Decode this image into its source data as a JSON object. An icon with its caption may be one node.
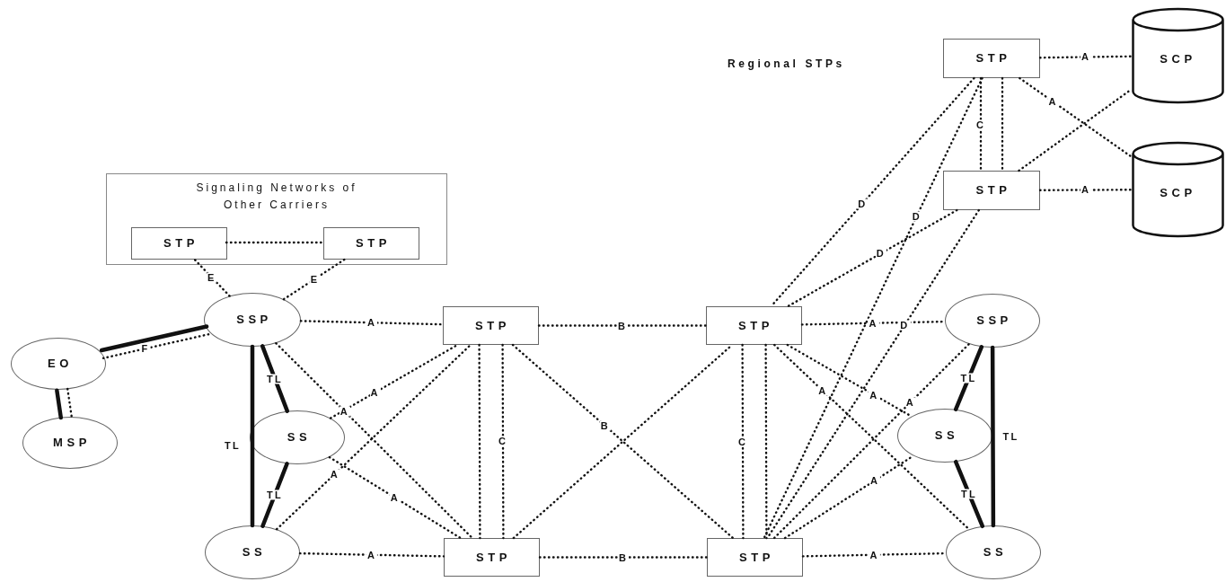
{
  "diagram": {
    "nodes": [
      {
        "text": [
          "Signaling Networks of Other Carriers"
        ]
      },
      {
        "text": [
          "STP"
        ],
        "in": 0
      },
      {
        "text": [
          "STP"
        ],
        "in": 0
      },
      {
        "text": [
          "EO"
        ]
      },
      {
        "text": [
          "MSP"
        ]
      },
      {
        "text": [
          "SSP"
        ]
      },
      {
        "text": [
          "SS"
        ]
      },
      {
        "text": [
          "SS"
        ]
      },
      {
        "text": [
          "STP"
        ]
      },
      {
        "text": [
          "STP"
        ]
      },
      {
        "text": [
          "STP"
        ]
      },
      {
        "text": [
          "STP"
        ]
      },
      {
        "text": [
          "SSP"
        ]
      },
      {
        "text": [
          "SS"
        ]
      },
      {
        "text": [
          "SS"
        ]
      },
      {
        "text": [
          "STP"
        ]
      },
      {
        "text": [
          "STP"
        ]
      },
      {
        "text": [
          "SCP"
        ]
      },
      {
        "text": [
          "SCP"
        ]
      }
    ],
    "edges": [
      {
        "from": 1,
        "to": 2,
        "arrow": "none",
        "style": "dashed"
      },
      {
        "from": 5,
        "to": 1,
        "arrow": "none",
        "label": "E",
        "style": "dashed"
      },
      {
        "from": 5,
        "to": 2,
        "arrow": "none",
        "label": "E",
        "style": "dashed"
      },
      {
        "from": 5,
        "to": 3,
        "arrow": "none",
        "label": "F",
        "style": "dashed"
      },
      {
        "from": 5,
        "to": 3,
        "arrow": "none",
        "style": "thick"
      },
      {
        "from": 3,
        "to": 4,
        "arrow": "none",
        "style": "dashed"
      },
      {
        "from": 3,
        "to": 4,
        "arrow": "none",
        "style": "thick"
      },
      {
        "from": 5,
        "to": 6,
        "arrow": "none",
        "label": "TL",
        "style": "thick"
      },
      {
        "from": 5,
        "to": 7,
        "arrow": "none",
        "label": "TL",
        "style": "thick"
      },
      {
        "from": 6,
        "to": 7,
        "arrow": "none",
        "label": "TL",
        "style": "thick"
      },
      {
        "from": 5,
        "to": 8,
        "arrow": "none",
        "label": "A",
        "style": "dashed"
      },
      {
        "from": 5,
        "to": 9,
        "arrow": "none",
        "label": "A",
        "style": "dashed"
      },
      {
        "from": 6,
        "to": 8,
        "arrow": "none",
        "label": "A",
        "style": "dashed"
      },
      {
        "from": 6,
        "to": 9,
        "arrow": "none",
        "label": "A",
        "style": "dashed"
      },
      {
        "from": 7,
        "to": 8,
        "arrow": "none",
        "label": "A",
        "style": "dashed"
      },
      {
        "from": 7,
        "to": 9,
        "arrow": "none",
        "label": "A",
        "style": "dashed"
      },
      {
        "from": 8,
        "to": 9,
        "arrow": "none",
        "style": "dashed"
      },
      {
        "from": 8,
        "to": 9,
        "arrow": "none",
        "label": "C",
        "style": "dashed"
      },
      {
        "from": 8,
        "to": 10,
        "arrow": "none",
        "label": "B",
        "style": "dashed"
      },
      {
        "from": 8,
        "to": 11,
        "arrow": "none",
        "label": "B",
        "style": "dashed"
      },
      {
        "from": 9,
        "to": 10,
        "arrow": "none",
        "style": "dashed"
      },
      {
        "from": 9,
        "to": 11,
        "arrow": "none",
        "label": "B",
        "style": "dashed"
      },
      {
        "from": 10,
        "to": 11,
        "arrow": "none",
        "label": "C",
        "style": "dashed"
      },
      {
        "from": 10,
        "to": 11,
        "arrow": "none",
        "style": "dashed"
      },
      {
        "from": 10,
        "to": 12,
        "arrow": "none",
        "label": "A",
        "style": "dashed"
      },
      {
        "from": 10,
        "to": 13,
        "arrow": "none",
        "label": "A",
        "style": "dashed"
      },
      {
        "from": 10,
        "to": 14,
        "arrow": "none",
        "label": "A",
        "style": "dashed"
      },
      {
        "from": 11,
        "to": 12,
        "arrow": "none",
        "label": "A",
        "style": "dashed"
      },
      {
        "from": 11,
        "to": 13,
        "arrow": "none",
        "label": "A",
        "style": "dashed"
      },
      {
        "from": 11,
        "to": 14,
        "arrow": "none",
        "label": "A",
        "style": "dashed"
      },
      {
        "from": 12,
        "to": 13,
        "arrow": "none",
        "label": "TL",
        "style": "thick"
      },
      {
        "from": 12,
        "to": 14,
        "arrow": "none",
        "label": "TL",
        "style": "thick"
      },
      {
        "from": 13,
        "to": 14,
        "arrow": "none",
        "label": "TL",
        "style": "thick"
      },
      {
        "from": 15,
        "to": 10,
        "arrow": "none",
        "label": "D",
        "style": "dashed"
      },
      {
        "from": 15,
        "to": 11,
        "arrow": "none",
        "label": "D",
        "style": "dashed"
      },
      {
        "from": 16,
        "to": 10,
        "arrow": "none",
        "label": "D",
        "style": "dashed"
      },
      {
        "from": 16,
        "to": 11,
        "arrow": "none",
        "label": "D",
        "style": "dashed"
      },
      {
        "from": 15,
        "to": 16,
        "arrow": "none",
        "label": "C",
        "style": "dashed"
      },
      {
        "from": 15,
        "to": 16,
        "arrow": "none",
        "style": "dashed"
      },
      {
        "from": 15,
        "to": 17,
        "arrow": "none",
        "label": "A",
        "style": "dashed"
      },
      {
        "from": 15,
        "to": 18,
        "arrow": "none",
        "label": "A",
        "style": "dashed"
      },
      {
        "from": 16,
        "to": 17,
        "arrow": "none",
        "style": "dashed"
      },
      {
        "from": 16,
        "to": 18,
        "arrow": "none",
        "label": "A",
        "style": "dashed"
      }
    ],
    "labels": [
      "Regional STPs"
    ]
  }
}
